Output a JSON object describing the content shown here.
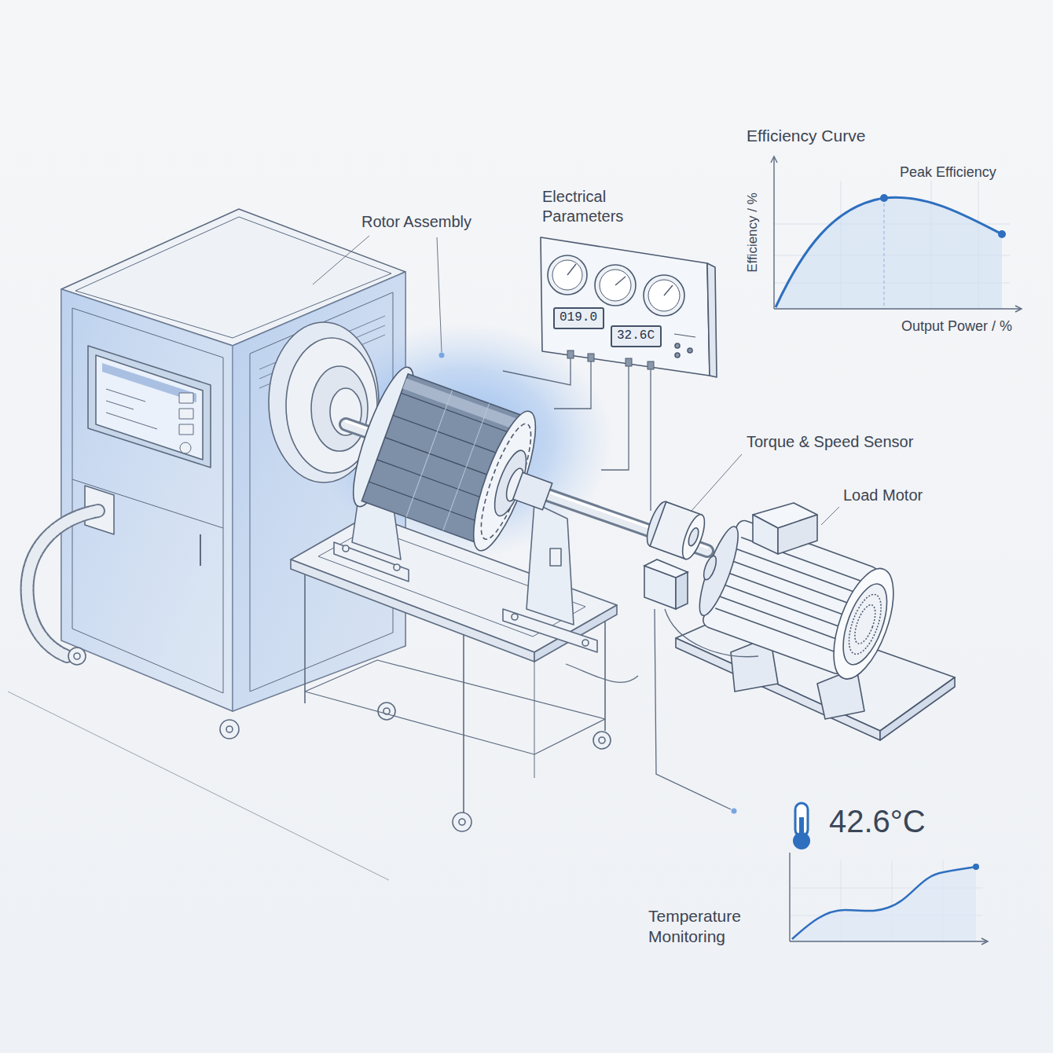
{
  "diagram": {
    "nodes": [
      {
        "text": [
          "019.0"
        ]
      },
      {
        "text": [
          "32.6C"
        ]
      }
    ],
    "labels": [
      "Rotor Assembly",
      "Electrical Parameters",
      "Efficiency Curve",
      "Peak Efficiency",
      "Efficiency / %",
      "Output Power / %",
      "Torque & Speed Sensor",
      "Load Motor",
      "42.6°C",
      "Temperature Monitoring"
    ]
  }
}
